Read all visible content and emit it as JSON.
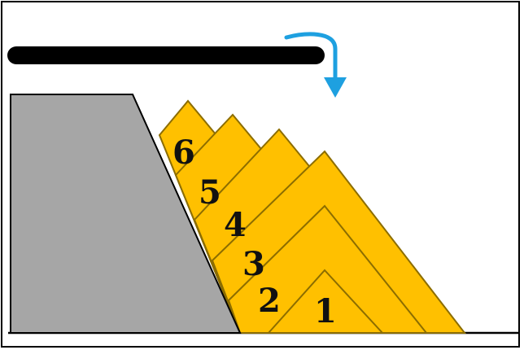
{
  "colors": {
    "background": "#ffffff",
    "frame": "#000000",
    "wall": "#a6a6a6",
    "layer_fill": "#ffc000",
    "layer_stroke": "#8c6d00",
    "arm": "#000000",
    "arrow": "#1ea0e0"
  },
  "icons": {
    "rotation_arrow": "curved-arrow-down-icon"
  },
  "layers": [
    {
      "label": "1"
    },
    {
      "label": "2"
    },
    {
      "label": "3"
    },
    {
      "label": "4"
    },
    {
      "label": "5"
    },
    {
      "label": "6"
    }
  ]
}
